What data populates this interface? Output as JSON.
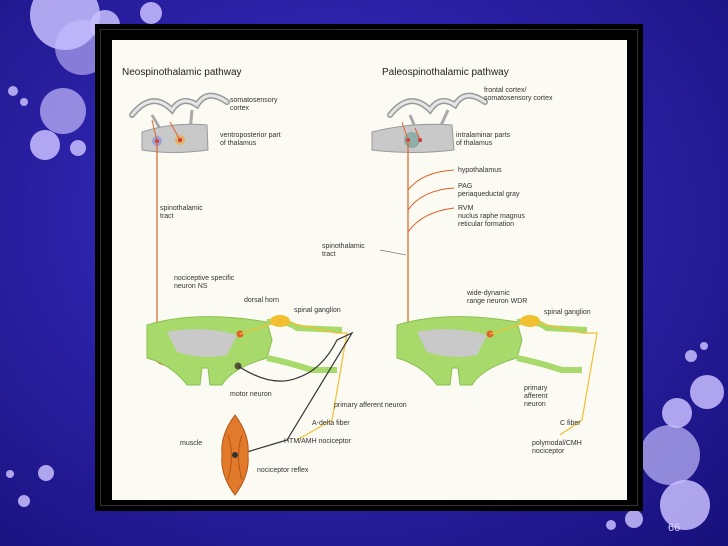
{
  "slide": {
    "page_number": "66"
  },
  "left": {
    "title": "Neospinothalamic pathway",
    "labels": {
      "somatosensory_cortex": [
        "somatosensory",
        "cortex"
      ],
      "thalamus": [
        "ventroposterior part",
        "of thalamus"
      ],
      "tract": [
        "spinothalamic",
        "tract"
      ],
      "neuron_ns": [
        "nociceptive specific",
        "neuron NS"
      ],
      "dorsal_horn": "dorsal horn",
      "spinal_ganglion": "spinal ganglion",
      "motor_neuron": "motor neuron",
      "primary_afferent": "primary afferent neuron",
      "a_delta": "A-delta fiber",
      "muscle": "muscle",
      "htm": "HTM/AMH nociceptor",
      "reflex": "nociceptor reflex"
    }
  },
  "right": {
    "title": "Paleospinothalamic pathway",
    "labels": {
      "cortex": [
        "frontal cortex/",
        "somatosensory cortex"
      ],
      "thalamus": [
        "intralaminar parts",
        "of thalamus"
      ],
      "hypothalamus": "hypothalamus",
      "pag": [
        "PAG",
        "periaqueductal gray"
      ],
      "rvm": [
        "RVM",
        "nuclus raphe magnus",
        "reticular formation"
      ],
      "tract": [
        "spinothalamic",
        "tract"
      ],
      "wdr": [
        "wide-dynamic",
        "range neuron WDR"
      ],
      "spinal_ganglion": "spinal ganglion",
      "primary_afferent": [
        "primary",
        "afferent",
        "neuron"
      ],
      "c_fiber": "C fiber",
      "polymodal": [
        "polymodal/CMH",
        "nociceptor"
      ]
    }
  },
  "colors": {
    "spinal_green": "#a8d96b",
    "fiber_orange": "#e0622a",
    "fiber_yellow": "#f0c030",
    "thalamus_gray": "#c9c9c9"
  }
}
